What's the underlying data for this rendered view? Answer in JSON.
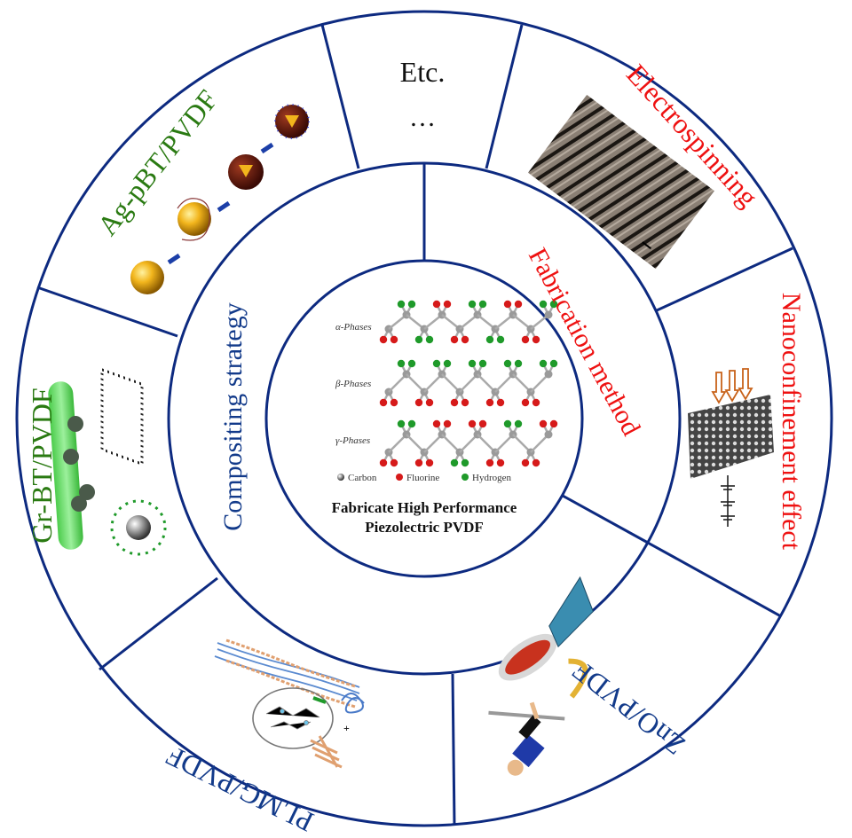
{
  "center": {
    "title_line1": "Fabricate High Performance",
    "title_line2": "Piezolectric PVDF",
    "phases": [
      {
        "label": "α-Phases"
      },
      {
        "label": "β-Phases"
      },
      {
        "label": "γ-Phases"
      }
    ],
    "legend": [
      {
        "label": "Carbon",
        "color": "#8a8a8a"
      },
      {
        "label": "Fluorine",
        "color": "#d61a1a"
      },
      {
        "label": "Hydrogen",
        "color": "#1f9a2a"
      }
    ]
  },
  "middle_ring": {
    "compositing": "Compositing strategy",
    "fabrication": "Fabrication method"
  },
  "outer_ring": {
    "etc": "Etc.",
    "etc_dots": "…",
    "electrospinning": "Electrospinning",
    "nanoconfinement": "Nanoconfinement effect",
    "zno": "ZnO/PVDF",
    "plmg": "PLMG/PVDF",
    "grbt": "Gr-BT/PVDF",
    "agpbt": "Ag-pBT/PVDF"
  },
  "colors": {
    "line": "#0d2a80",
    "compositing_text": "#123a8a",
    "fabrication_text": "#ee1111",
    "green_text": "#2a7a12"
  }
}
